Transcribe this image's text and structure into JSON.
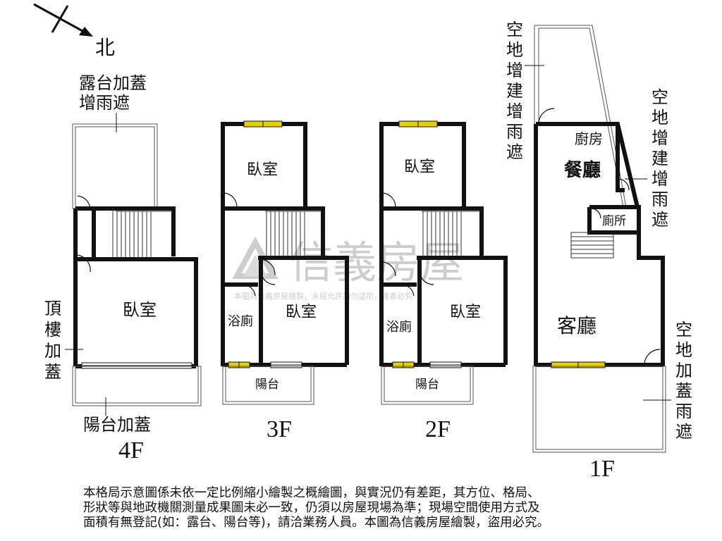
{
  "compass": {
    "label": "北"
  },
  "watermark": {
    "brand": "信義房屋",
    "notice": "本圖為信義房屋繪製，未經允許請勿盜用，違者必究"
  },
  "floors": [
    {
      "id": "4F",
      "label": "4F",
      "rooms": {
        "main": "臥室"
      },
      "annotations": {
        "roof_top": "露台加蓋\n增雨遮",
        "top_floor": "頂\n樓\n加\n蓋",
        "balcony": "陽台加蓋"
      }
    },
    {
      "id": "3F",
      "label": "3F",
      "rooms": {
        "bedroom_top": "臥室",
        "bathroom": "浴廁",
        "bedroom_bottom": "臥室",
        "balcony": "陽台"
      }
    },
    {
      "id": "2F",
      "label": "2F",
      "rooms": {
        "bedroom_top": "臥室",
        "bathroom": "浴廁",
        "bedroom_bottom": "臥室",
        "balcony": "陽台"
      }
    },
    {
      "id": "1F",
      "label": "1F",
      "rooms": {
        "kitchen": "廚房",
        "dining": "餐廳",
        "toilet": "廁所",
        "living": "客廳"
      },
      "annotations": {
        "side_left": "空\n地\n增\n建\n增\n雨\n遮",
        "side_right": "空\n地\n增\n建\n增\n雨\n遮",
        "front": "空\n地\n加\n蓋\n雨\n遮"
      }
    }
  ],
  "disclaimer": [
    "本格局示意圖係未依一定比例縮小繪製之概繪圖，與實況仍有差距，其方位、格局、",
    "形狀等與地政機關測量成果圖未必一致，仍須以房屋現場為準；現場空間使用方式及",
    "面積有無登記(如：露台、陽台等)，請洽業務人員。本圖為信義房屋繪製，盜用必究。"
  ]
}
